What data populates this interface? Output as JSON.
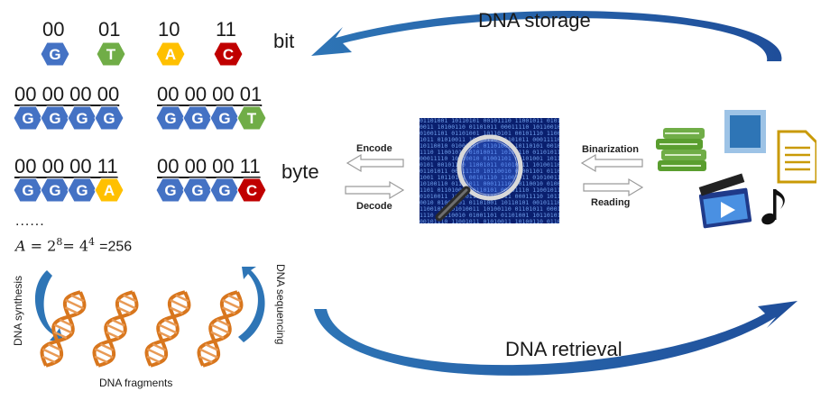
{
  "bit_mapping": [
    {
      "code": "00",
      "base": "G",
      "color": "#4472c4"
    },
    {
      "code": "01",
      "base": "T",
      "color": "#70ad47"
    },
    {
      "code": "10",
      "base": "A",
      "color": "#ffc000"
    },
    {
      "code": "11",
      "base": "C",
      "color": "#c00000"
    }
  ],
  "bit_label": "bit",
  "byte_label": "byte",
  "bytes": [
    {
      "code": "00 00 00 00",
      "bases": [
        "G",
        "G",
        "G",
        "G"
      ]
    },
    {
      "code": "00 00 00 01",
      "bases": [
        "G",
        "G",
        "G",
        "T"
      ]
    },
    {
      "code": "00 00 00 11",
      "bases": [
        "G",
        "G",
        "G",
        "A"
      ]
    },
    {
      "code": "00 00 00 11",
      "bases": [
        "G",
        "G",
        "G",
        "C"
      ]
    }
  ],
  "ellipsis": "......",
  "formula": {
    "lhs": "A",
    "eq": "= 2",
    "exp1": "8",
    "mid": "= 4",
    "exp2": "4",
    "rhs": "=256"
  },
  "dna_synthesis_label": "DNA synthesis",
  "dna_sequencing_label": "DNA sequencing",
  "dna_fragments_label": "DNA fragments",
  "encode_label": "Encode",
  "decode_label": "Decode",
  "binarization_label": "Binarization",
  "reading_label": "Reading",
  "dna_storage_label": "DNA  storage",
  "dna_retrieval_label": "DNA  retrieval",
  "binary_image_text": "01101001 10110101 00101110 11001011 01010011 10100110 01101011 00011110 10110010 01001101",
  "colors": {
    "arrow_blue": "#2e75b6",
    "helix_orange": "#d8761d",
    "binary_bg": "#0a1f6e",
    "binary_fg": "#7fb3ff"
  },
  "file_icons": [
    "books-icon",
    "picture-stamp-icon",
    "document-icon",
    "video-clapper-icon",
    "music-note-icon"
  ]
}
